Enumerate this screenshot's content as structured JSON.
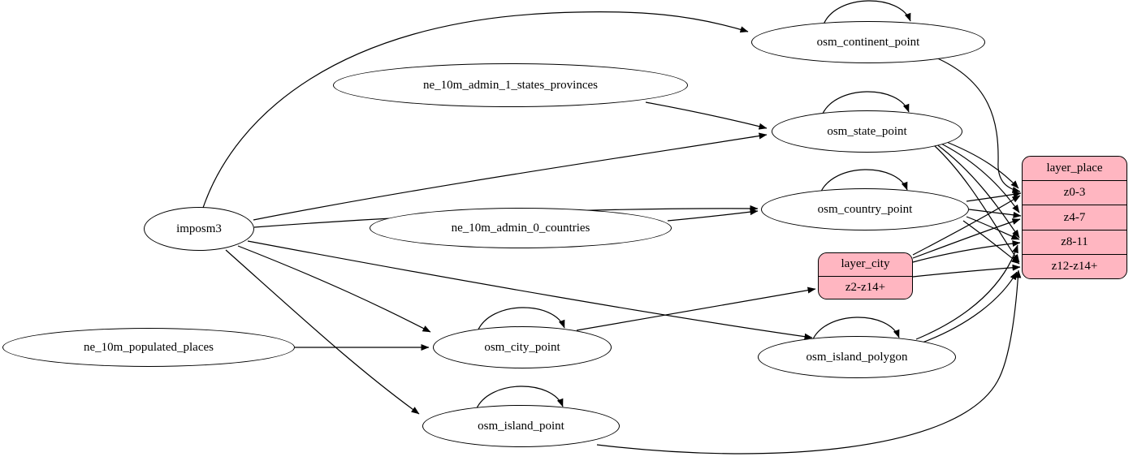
{
  "diagram": {
    "kind": "etl-graph",
    "colors": {
      "record_fill": "#ffb6c1",
      "node_fill": "#ffffff",
      "stroke": "#000000"
    },
    "nodes": {
      "imposm3": {
        "label": "imposm3"
      },
      "ne_10m_admin_1_states_provinces": {
        "label": "ne_10m_admin_1_states_provinces"
      },
      "ne_10m_admin_0_countries": {
        "label": "ne_10m_admin_0_countries"
      },
      "ne_10m_populated_places": {
        "label": "ne_10m_populated_places"
      },
      "osm_continent_point": {
        "label": "osm_continent_point"
      },
      "osm_state_point": {
        "label": "osm_state_point"
      },
      "osm_country_point": {
        "label": "osm_country_point"
      },
      "osm_city_point": {
        "label": "osm_city_point"
      },
      "osm_island_polygon": {
        "label": "osm_island_polygon"
      },
      "osm_island_point": {
        "label": "osm_island_point"
      },
      "layer_city": {
        "label": "layer_city",
        "rows": [
          "z2-z14+"
        ]
      },
      "layer_place": {
        "label": "layer_place",
        "rows": [
          "z0-3",
          "z4-7",
          "z8-11",
          "z12-z14+"
        ]
      }
    },
    "edges": [
      {
        "from": "imposm3",
        "to": "osm_continent_point"
      },
      {
        "from": "imposm3",
        "to": "osm_state_point"
      },
      {
        "from": "imposm3",
        "to": "osm_country_point"
      },
      {
        "from": "imposm3",
        "to": "osm_city_point"
      },
      {
        "from": "imposm3",
        "to": "osm_island_polygon"
      },
      {
        "from": "imposm3",
        "to": "osm_island_point"
      },
      {
        "from": "ne_10m_admin_1_states_provinces",
        "to": "osm_state_point"
      },
      {
        "from": "ne_10m_admin_0_countries",
        "to": "osm_country_point"
      },
      {
        "from": "ne_10m_populated_places",
        "to": "osm_city_point"
      },
      {
        "from": "osm_continent_point",
        "to": "osm_continent_point"
      },
      {
        "from": "osm_state_point",
        "to": "osm_state_point"
      },
      {
        "from": "osm_country_point",
        "to": "osm_country_point"
      },
      {
        "from": "osm_city_point",
        "to": "osm_city_point"
      },
      {
        "from": "osm_island_polygon",
        "to": "osm_island_polygon"
      },
      {
        "from": "osm_island_point",
        "to": "osm_island_point"
      },
      {
        "from": "osm_continent_point",
        "to": "layer_place",
        "to_port": "z0-3"
      },
      {
        "from": "osm_state_point",
        "to": "layer_place",
        "to_port": "z0-3"
      },
      {
        "from": "osm_state_point",
        "to": "layer_place",
        "to_port": "z4-7"
      },
      {
        "from": "osm_state_point",
        "to": "layer_place",
        "to_port": "z8-11"
      },
      {
        "from": "osm_state_point",
        "to": "layer_place",
        "to_port": "z12-z14+"
      },
      {
        "from": "osm_country_point",
        "to": "layer_place",
        "to_port": "z0-3"
      },
      {
        "from": "osm_country_point",
        "to": "layer_place",
        "to_port": "z4-7"
      },
      {
        "from": "osm_country_point",
        "to": "layer_place",
        "to_port": "z8-11"
      },
      {
        "from": "osm_country_point",
        "to": "layer_place",
        "to_port": "z12-z14+"
      },
      {
        "from": "osm_city_point",
        "to": "layer_city",
        "to_port": "z2-z14+"
      },
      {
        "from": "layer_city",
        "to": "layer_place",
        "to_port": "z0-3"
      },
      {
        "from": "layer_city",
        "to": "layer_place",
        "to_port": "z4-7"
      },
      {
        "from": "layer_city",
        "to": "layer_place",
        "to_port": "z8-11"
      },
      {
        "from": "layer_city",
        "to": "layer_place",
        "to_port": "z12-z14+"
      },
      {
        "from": "osm_island_polygon",
        "to": "layer_place",
        "to_port": "z8-11"
      },
      {
        "from": "osm_island_polygon",
        "to": "layer_place",
        "to_port": "z12-z14+"
      },
      {
        "from": "osm_island_point",
        "to": "layer_place",
        "to_port": "z12-z14+"
      }
    ]
  }
}
